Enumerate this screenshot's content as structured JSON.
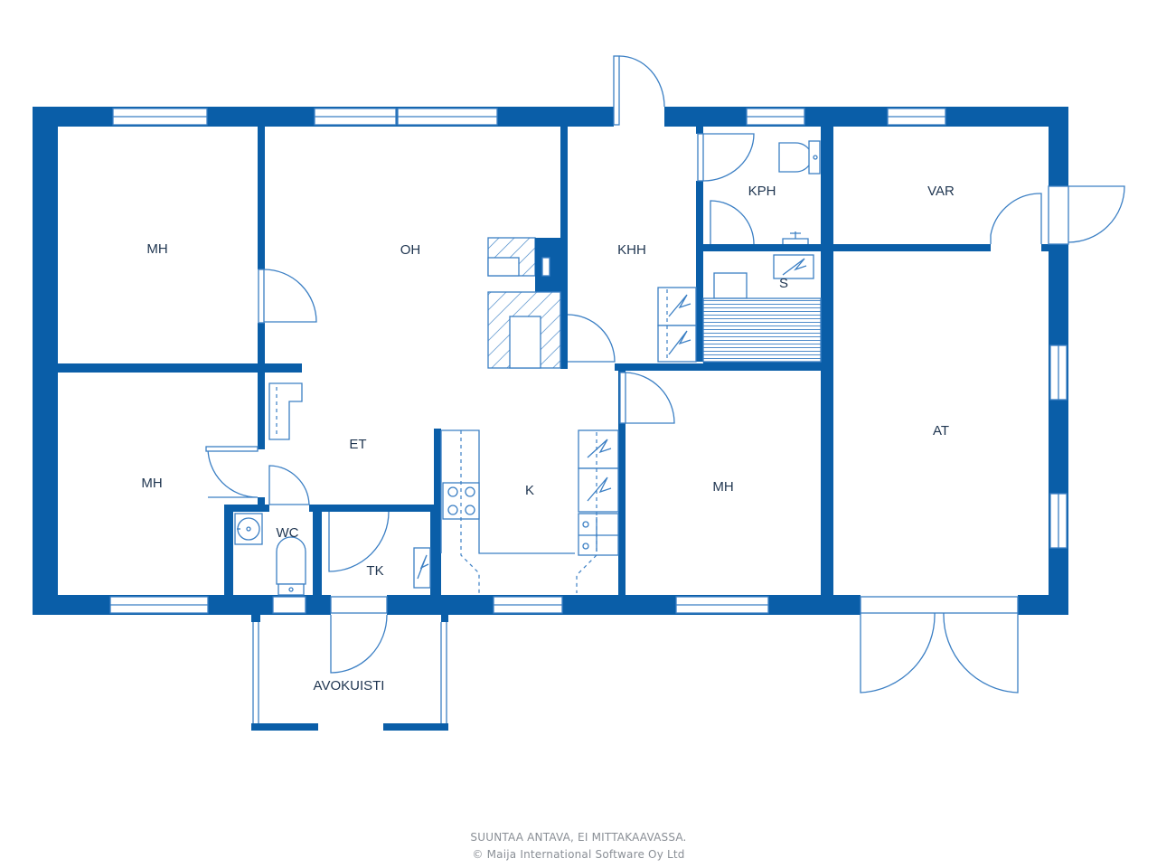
{
  "plan": {
    "rooms": {
      "mh_top_left": "MH",
      "oh": "OH",
      "khh": "KHH",
      "kph": "KPH",
      "var": "VAR",
      "s": "S",
      "mh_bottom_left": "MH",
      "et": "ET",
      "k": "K",
      "mh_middle": "MH",
      "at": "AT",
      "wc": "WC",
      "tk": "TK",
      "avokuisti": "AVOKUISTI"
    },
    "wall_color": "#0a5ea8",
    "line_color": "#3b7fc4"
  },
  "footer": {
    "line1": "SUUNTAA ANTAVA, EI MITTAKAAVASSA.",
    "line2": "© Maija International Software Oy Ltd"
  }
}
